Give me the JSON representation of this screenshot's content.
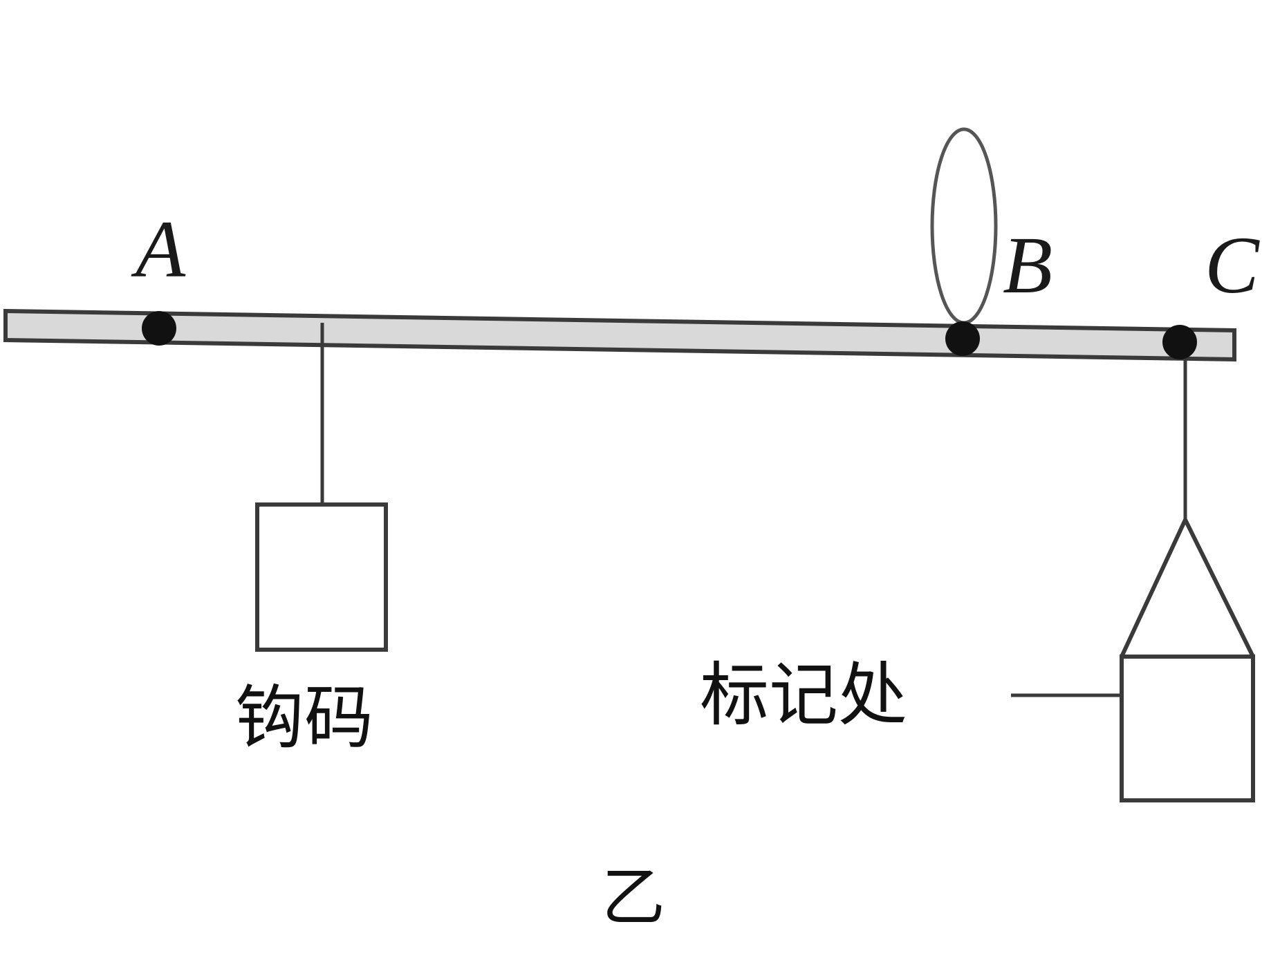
{
  "labels": {
    "point_a": "A",
    "point_b": "B",
    "point_c": "C",
    "hook_weight": "钩码",
    "mark_position": "标记处",
    "figure": "乙"
  },
  "colors": {
    "background": "#ffffff",
    "lever_fill": "#d9d9d9",
    "stroke": "#3a3a3a",
    "pivot_dot": "#111111",
    "text": "#111111"
  }
}
